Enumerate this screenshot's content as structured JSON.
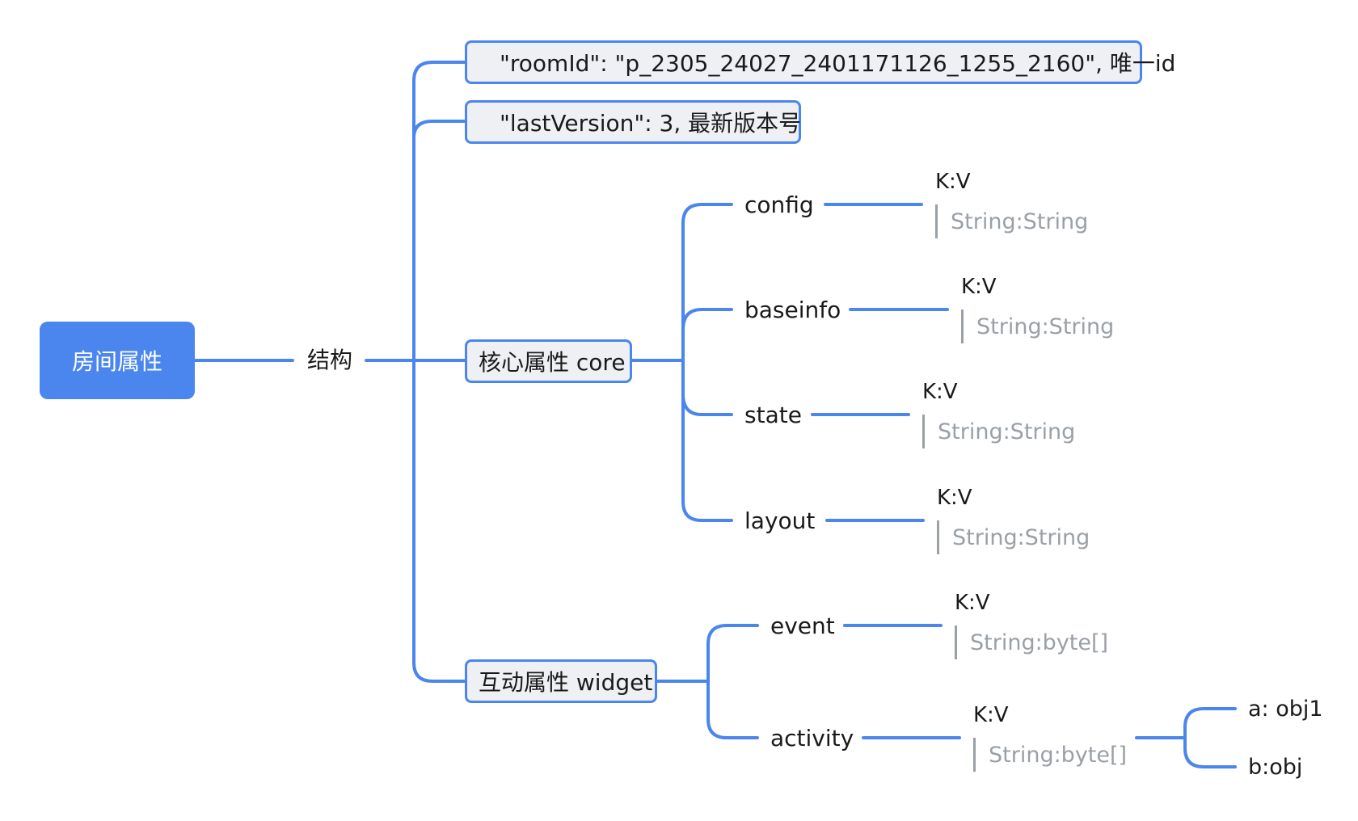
{
  "root": {
    "label": "房间属性"
  },
  "structure": {
    "label": "结构"
  },
  "room_id": {
    "label": "\"roomId\": \"p_2305_24027_2401171126_1255_2160\", 唯一id"
  },
  "last_version": {
    "label": "\"lastVersion\": 3, 最新版本号"
  },
  "core": {
    "label": "核心属性 core",
    "children": [
      {
        "label": "config",
        "kv": "K:V",
        "type": "String:String"
      },
      {
        "label": "baseinfo",
        "kv": "K:V",
        "type": "String:String"
      },
      {
        "label": "state",
        "kv": "K:V",
        "type": "String:String"
      },
      {
        "label": "layout",
        "kv": "K:V",
        "type": "String:String"
      }
    ]
  },
  "widget": {
    "label": "互动属性 widget",
    "children": [
      {
        "label": "event",
        "kv": "K:V",
        "type": "String:byte[]"
      },
      {
        "label": "activity",
        "kv": "K:V",
        "type": "String:byte[]",
        "children": [
          {
            "label": "a: obj1"
          },
          {
            "label": "b:obj"
          }
        ]
      }
    ]
  },
  "colors": {
    "line": "#4a86ee",
    "root_fill": "#4a86ee",
    "box_fill": "#eef0f4",
    "note": "#9aa0a6"
  }
}
